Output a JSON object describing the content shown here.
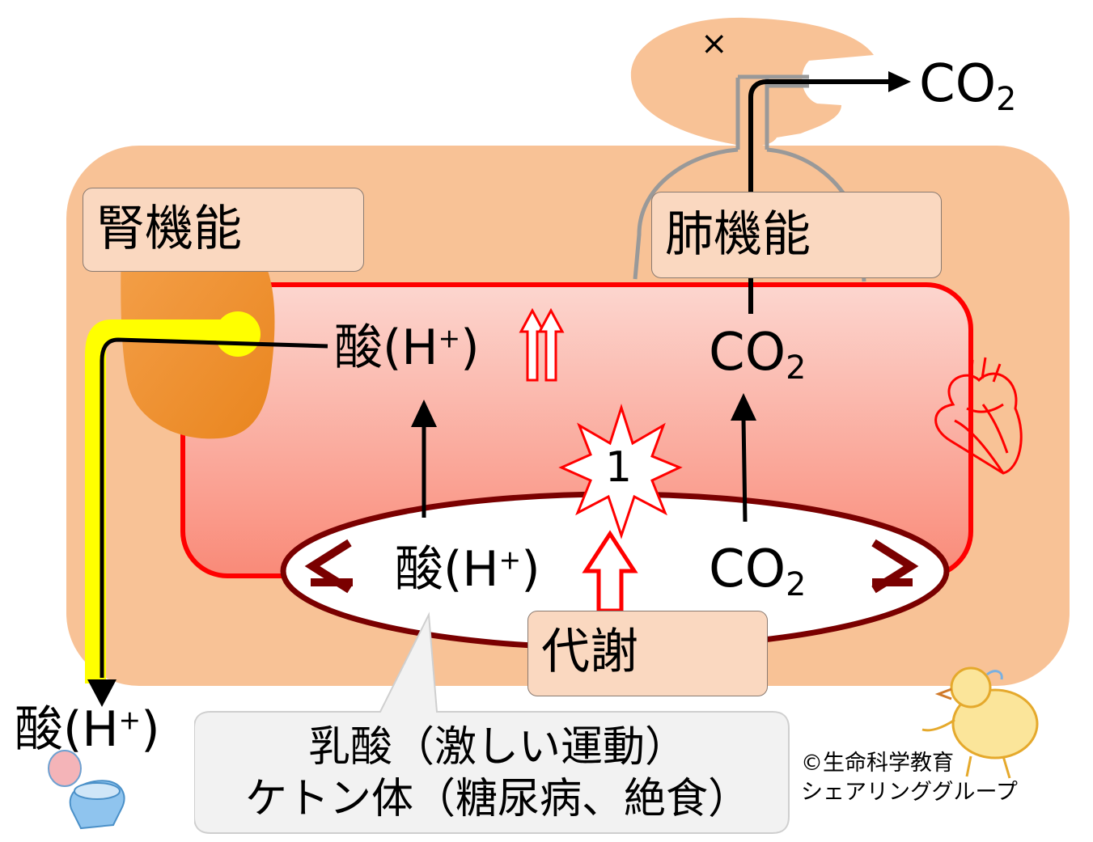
{
  "labels": {
    "kidney_function": "腎機能",
    "lung_function": "肺機能",
    "metabolism": "代謝",
    "acid": "酸(H",
    "h_plus_sign": "+",
    "acid_close": ")",
    "co2_main": "CO",
    "co2_sub": "2",
    "cross_mark": "×",
    "star_number": "1"
  },
  "callout": {
    "line1": "乳酸（激しい運動）",
    "line2": "ケトン体（糖尿病、絶食）"
  },
  "credit": {
    "line1": "©生命科学教育",
    "line2": "シェアリンググループ"
  },
  "icons": {
    "heart": "heart-icon",
    "toilet": "toilet-icon",
    "chick": "chick-icon",
    "lungs": "lungs-icon",
    "head": "head-icon",
    "kidney": "kidney-icon"
  },
  "colors": {
    "body": "#f8c296",
    "blood_top": "#fbcfc8",
    "blood_bottom": "#f98c7a",
    "blood_border": "#ff0000",
    "cell_border": "#7a0000",
    "kidney": "#f2962e",
    "urine_path": "#ffff00",
    "box_fill": "#fad8c0"
  }
}
